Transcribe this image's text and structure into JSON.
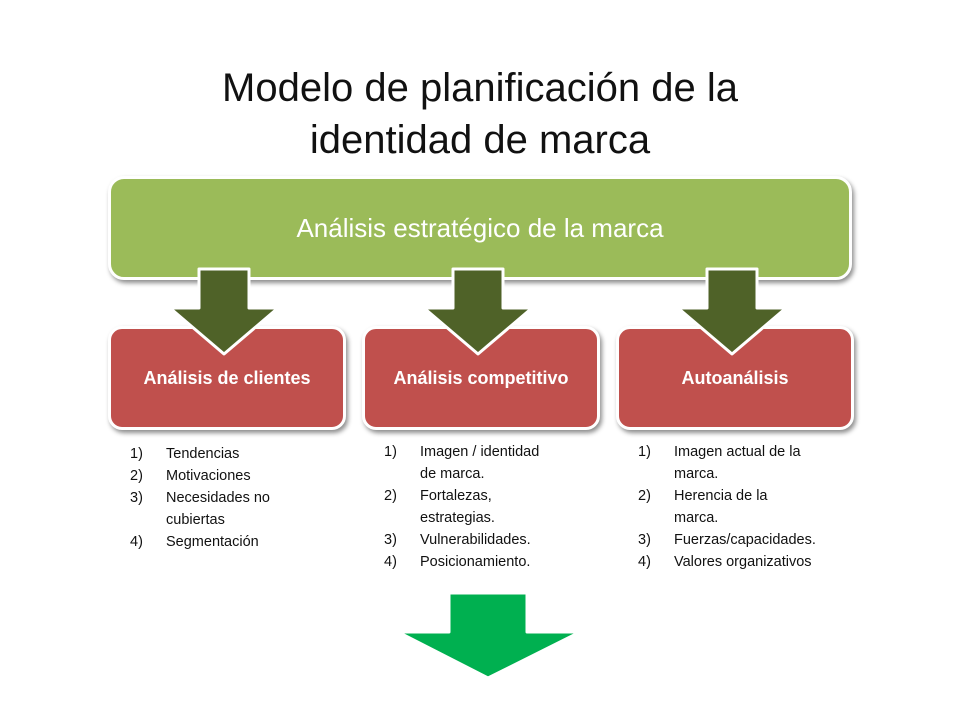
{
  "title": {
    "line1": "Modelo de planificación de la",
    "line2": "identidad de marca"
  },
  "top_box": {
    "label": "Análisis estratégico de la marca"
  },
  "columns": [
    {
      "heading": "Análisis de clientes",
      "items": [
        {
          "num": "1)",
          "lines": [
            "Tendencias"
          ]
        },
        {
          "num": "2)",
          "lines": [
            "Motivaciones"
          ]
        },
        {
          "num": "3)",
          "lines": [
            "Necesidades no",
            "cubiertas"
          ]
        },
        {
          "num": "4)",
          "lines": [
            "Segmentación"
          ]
        }
      ]
    },
    {
      "heading": "Análisis competitivo",
      "items": [
        {
          "num": "1)",
          "lines": [
            "Imagen / identidad",
            "de marca."
          ]
        },
        {
          "num": "2)",
          "lines": [
            "Fortalezas,",
            "estrategias."
          ]
        },
        {
          "num": "3)",
          "lines": [
            "Vulnerabilidades."
          ]
        },
        {
          "num": "4)",
          "lines": [
            "Posicionamiento."
          ]
        }
      ]
    },
    {
      "heading": "Autoanálisis",
      "items": [
        {
          "num": "1)",
          "lines": [
            "Imagen actual de la",
            "marca."
          ]
        },
        {
          "num": "2)",
          "lines": [
            "Herencia de la",
            "marca."
          ]
        },
        {
          "num": "3)",
          "lines": [
            "Fuerzas/capacidades."
          ]
        },
        {
          "num": "4)",
          "lines": [
            "Valores organizativos"
          ]
        }
      ]
    }
  ],
  "colors": {
    "top_box": "#9bbb59",
    "sub_box": "#c0504d",
    "down_arrow": "#4f6228",
    "bottom_arrow": "#00b050"
  }
}
